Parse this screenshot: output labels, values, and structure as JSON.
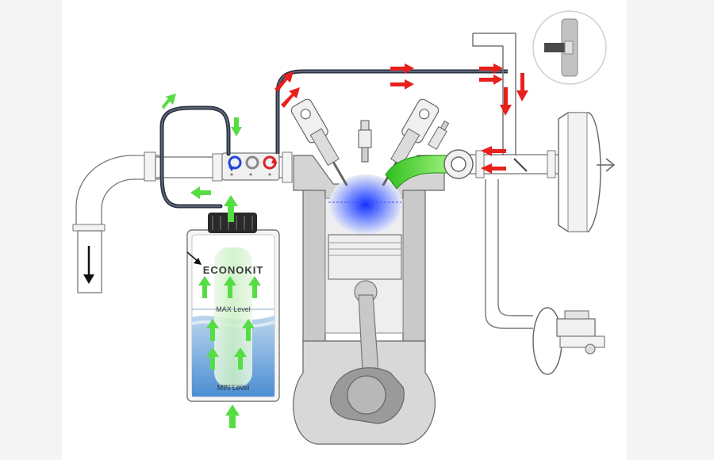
{
  "diagram": {
    "brand_label": "ECONOKIT",
    "max_level_label": "MAX Level",
    "min_level_label": "MIN Level"
  },
  "colors": {
    "flow_in_red": "#e8201c",
    "flow_out_green": "#55dd44",
    "combustion_blue": "#1530ff",
    "water_blue": "#5a98d8",
    "hose_dark": "#2a3140"
  }
}
